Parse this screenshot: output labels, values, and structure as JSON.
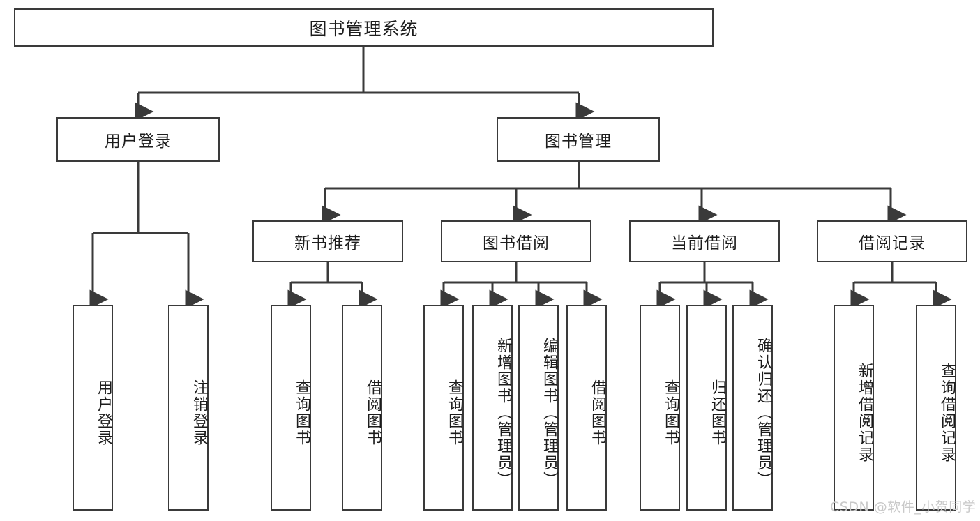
{
  "diagram": {
    "title": "图书管理系统",
    "type": "hierarchy-tree",
    "levels": 4,
    "root": {
      "id": "root",
      "label": "图书管理系统"
    },
    "level2": [
      {
        "id": "user-login",
        "label": "用户登录"
      },
      {
        "id": "book-management",
        "label": "图书管理"
      }
    ],
    "level3": [
      {
        "id": "new-book-recommend",
        "label": "新书推荐",
        "parent": "book-management"
      },
      {
        "id": "book-borrow",
        "label": "图书借阅",
        "parent": "book-management"
      },
      {
        "id": "current-borrow",
        "label": "当前借阅",
        "parent": "book-management"
      },
      {
        "id": "borrow-record",
        "label": "借阅记录",
        "parent": "book-management"
      }
    ],
    "leaves": {
      "user_login": [
        {
          "id": "leaf-user-login",
          "label": "用户登录"
        },
        {
          "id": "leaf-logout-login",
          "label": "注销登录"
        }
      ],
      "new_book_recommend": [
        {
          "id": "leaf-query-book-1",
          "label": "查询图书"
        },
        {
          "id": "leaf-borrow-book-1",
          "label": "借阅图书"
        }
      ],
      "book_borrow": [
        {
          "id": "leaf-query-book-2",
          "label": "查询图书"
        },
        {
          "id": "leaf-add-book",
          "label": "新增图书（管理员）"
        },
        {
          "id": "leaf-edit-book",
          "label": "编辑图书（管理员）"
        },
        {
          "id": "leaf-borrow-book-2",
          "label": "借阅图书"
        }
      ],
      "current_borrow": [
        {
          "id": "leaf-query-book-3",
          "label": "查询图书"
        },
        {
          "id": "leaf-return-book",
          "label": "归还图书"
        },
        {
          "id": "leaf-confirm-return",
          "label": "确认归还（管理员）"
        }
      ],
      "borrow_record": [
        {
          "id": "leaf-add-record",
          "label": "新增借阅记录"
        },
        {
          "id": "leaf-query-record",
          "label": "查询借阅记录"
        }
      ]
    }
  },
  "watermark": {
    "text": "CSDN @软件_小贺同学"
  },
  "colors": {
    "background": "#ffffff",
    "box_border": "#3a3a3a",
    "box_fill": "#ffffff",
    "connector": "#3a3a3a",
    "text": "#1c1c1c",
    "watermark": "#c9c9c9"
  }
}
